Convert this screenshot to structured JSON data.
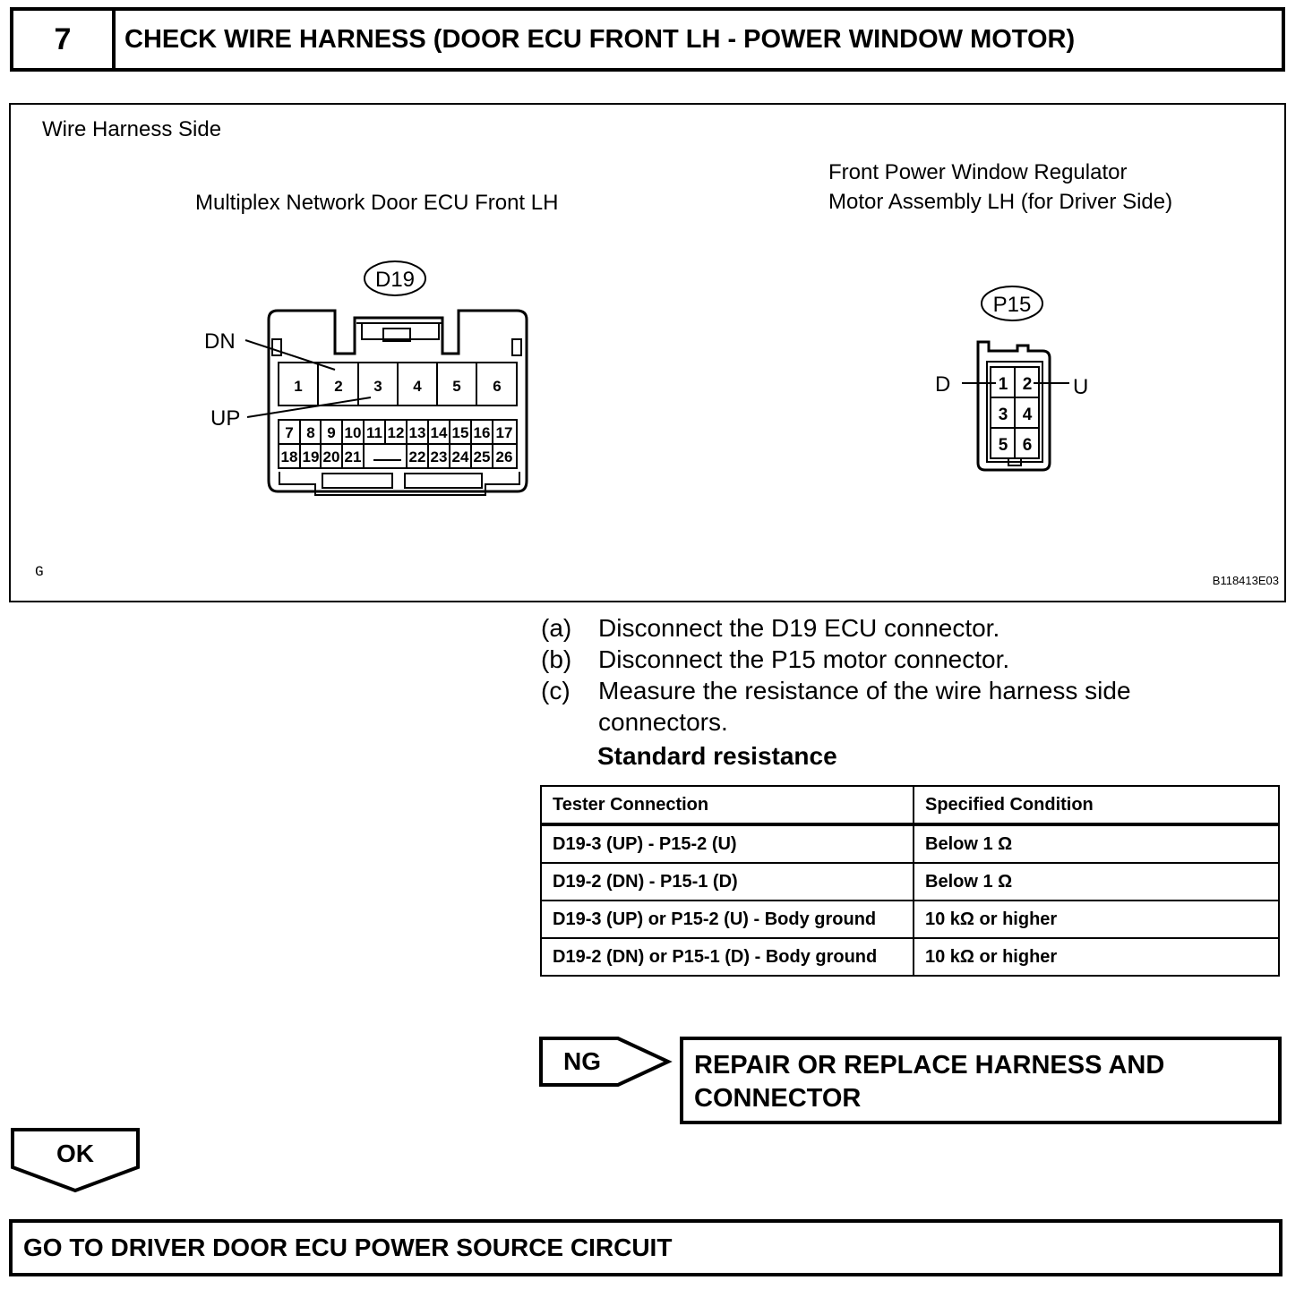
{
  "header": {
    "step_number": "7",
    "title": "CHECK WIRE HARNESS (DOOR ECU FRONT LH - POWER WINDOW MOTOR)"
  },
  "figure": {
    "view_label": "Wire Harness Side",
    "left_connector_name": "Multiplex Network Door ECU Front LH",
    "right_connector_name_line1": "Front Power Window Regulator",
    "right_connector_name_line2": "Motor Assembly LH (for Driver Side)",
    "left_connector_code": "D19",
    "right_connector_code": "P15",
    "dn_label": "DN",
    "up_label": "UP",
    "d_label": "D",
    "u_label": "U",
    "d19_pins_row1": [
      "1",
      "2",
      "3",
      "4",
      "5",
      "6"
    ],
    "d19_pins_row2": [
      "7",
      "8",
      "9",
      "10",
      "11",
      "12",
      "13",
      "14",
      "15",
      "16",
      "17"
    ],
    "d19_pins_row3": [
      "18",
      "19",
      "20",
      "21",
      "22",
      "23",
      "24",
      "25",
      "26"
    ],
    "p15_pins": [
      "1",
      "2",
      "3",
      "4",
      "5",
      "6"
    ],
    "corner_label": "G",
    "figure_code": "B118413E03"
  },
  "instructions": [
    {
      "letter": "(a)",
      "text": "Disconnect the D19 ECU connector."
    },
    {
      "letter": "(b)",
      "text": "Disconnect the P15 motor connector."
    },
    {
      "letter": "(c)",
      "text": "Measure the resistance of the wire harness side"
    },
    {
      "letter": "",
      "text": "connectors."
    }
  ],
  "standard_heading": "Standard resistance",
  "table": {
    "headers": [
      "Tester Connection",
      "Specified Condition"
    ],
    "rows": [
      [
        "D19-3 (UP) - P15-2 (U)",
        "Below 1 Ω"
      ],
      [
        "D19-2 (DN) - P15-1 (D)",
        "Below 1 Ω"
      ],
      [
        "D19-3 (UP) or P15-2 (U) - Body ground",
        "10 kΩ or higher"
      ],
      [
        "D19-2 (DN) or P15-1 (D) - Body ground",
        "10 kΩ or higher"
      ]
    ]
  },
  "ng": {
    "label": "NG",
    "result": "REPAIR OR REPLACE HARNESS AND CONNECTOR"
  },
  "ok": {
    "label": "OK",
    "next": "GO TO DRIVER DOOR ECU POWER SOURCE CIRCUIT"
  }
}
